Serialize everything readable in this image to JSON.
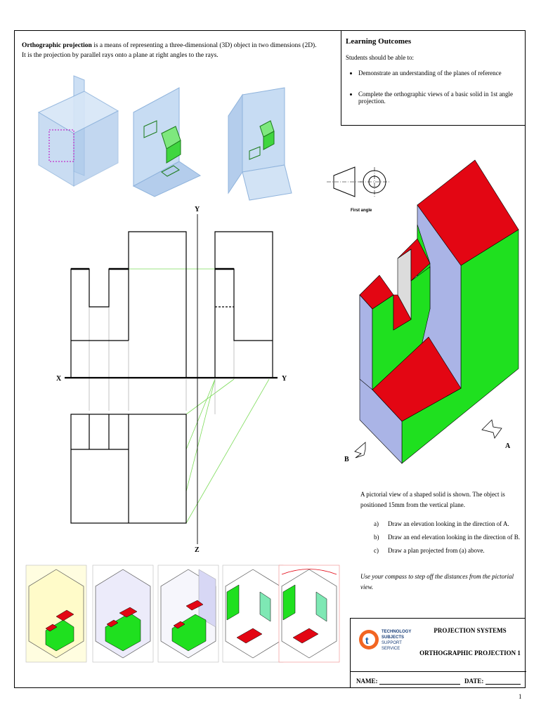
{
  "intro": {
    "bold_term": "Orthographic projection",
    "line1_rest": " is a means of representing a three-dimensional (3D) object in two dimensions (2D).",
    "line2": "It is the projection by parallel rays onto a plane at right angles to the rays."
  },
  "learning_outcomes": {
    "title": "Learning Outcomes",
    "intro": "Students should be able to:",
    "items": [
      "Demonstrate an understanding of the planes of reference",
      "Complete the orthographic views of a basic solid in 1st angle projection."
    ]
  },
  "symbol": {
    "caption": "First angle"
  },
  "drawing_labels": {
    "y_top": "Y",
    "x_left": "X",
    "y_right": "Y",
    "z_bottom": "Z"
  },
  "pictorial_labels": {
    "a": "A",
    "b": "B"
  },
  "task": {
    "description": "A pictorial view of a shaped solid is shown.  The object is positioned 15mm from the vertical plane.",
    "items": [
      {
        "label": "a)",
        "text": "Draw an elevation looking in the direction of A."
      },
      {
        "label": "b)",
        "text": "Draw an end elevation looking in the direction of B."
      },
      {
        "label": "c)",
        "text": "Draw a plan projected from (a) above."
      }
    ],
    "note": "Use your compass to step off the distances from the pictorial view."
  },
  "title_block": {
    "logo_lines": [
      "TECHNOLOGY",
      "SUBJECTS",
      "SUPPORT",
      "SERVICE"
    ],
    "title1": "PROJECTION SYSTEMS",
    "title2": "ORTHOGRAPHIC PROJECTION 1",
    "name_label": "NAME:",
    "date_label": "DATE:"
  },
  "page_number": "1",
  "colors": {
    "red": "#e30613",
    "green": "#1fe01f",
    "lavender": "#aab4e6",
    "plane_blue": "#c7dcf3",
    "projection_line": "#7ddc5a"
  }
}
